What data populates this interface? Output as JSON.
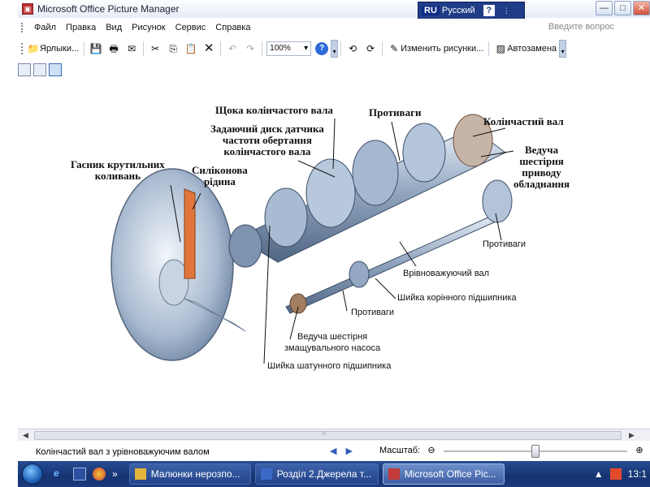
{
  "window": {
    "title": "Microsoft Office Picture Manager",
    "buttons": {
      "minimize": "—",
      "maximize": "□",
      "close": "✕"
    }
  },
  "language_bar": {
    "code": "RU",
    "language": "Русский",
    "help": "?",
    "options": "⋮"
  },
  "menu": {
    "items": [
      "Файл",
      "Правка",
      "Вид",
      "Рисунок",
      "Сервис",
      "Справка"
    ],
    "ask_placeholder": "Введите вопрос"
  },
  "toolbar": {
    "shortcuts_label": "Ярлыки...",
    "zoom_value": "100%",
    "edit_pictures_label": "Изменить рисунки...",
    "autocorrect_label": "Автозамена"
  },
  "diagram": {
    "labels": {
      "crank_web": "Щока колінчастого вала",
      "counterweights_top": "Противаги",
      "crankshaft": "Колінчастий вал",
      "sensor_disk": [
        "Задаючий диск датчика",
        "частоти обертання",
        "колінчастого вала"
      ],
      "drive_gear": [
        "Ведуча",
        "шестірня",
        "приводу",
        "обладнання"
      ],
      "damper": [
        "Гасник крутильних",
        "коливань"
      ],
      "silicone": [
        "Силіконова",
        "рідина"
      ],
      "counterweights_right": "Противаги",
      "balance_shaft": "Врівноважуючий вал",
      "main_journal": "Шийка корінного підшипника",
      "counterweights_bottom": "Противаги",
      "pump_gear": [
        "Ведуча шестірня",
        "змащувального насоса"
      ],
      "rod_journal": "Шийка шатунного підшипника"
    }
  },
  "status": {
    "caption": "Колінчастий вал з урівноважуючим валом",
    "prev": "◀",
    "next": "▶",
    "zoom_label": "Масштаб:",
    "zoom_level": 0.5
  },
  "taskbar": {
    "tasks": [
      {
        "label": "Малюнки нерозпо...",
        "icon_color": "#e5b43a"
      },
      {
        "label": "Розділ 2.Джерела т...",
        "icon_color": "#3a69c8"
      },
      {
        "label": "Microsoft Office Pic...",
        "icon_color": "#c33a3a"
      }
    ],
    "clock": "13:1",
    "more": "»"
  }
}
